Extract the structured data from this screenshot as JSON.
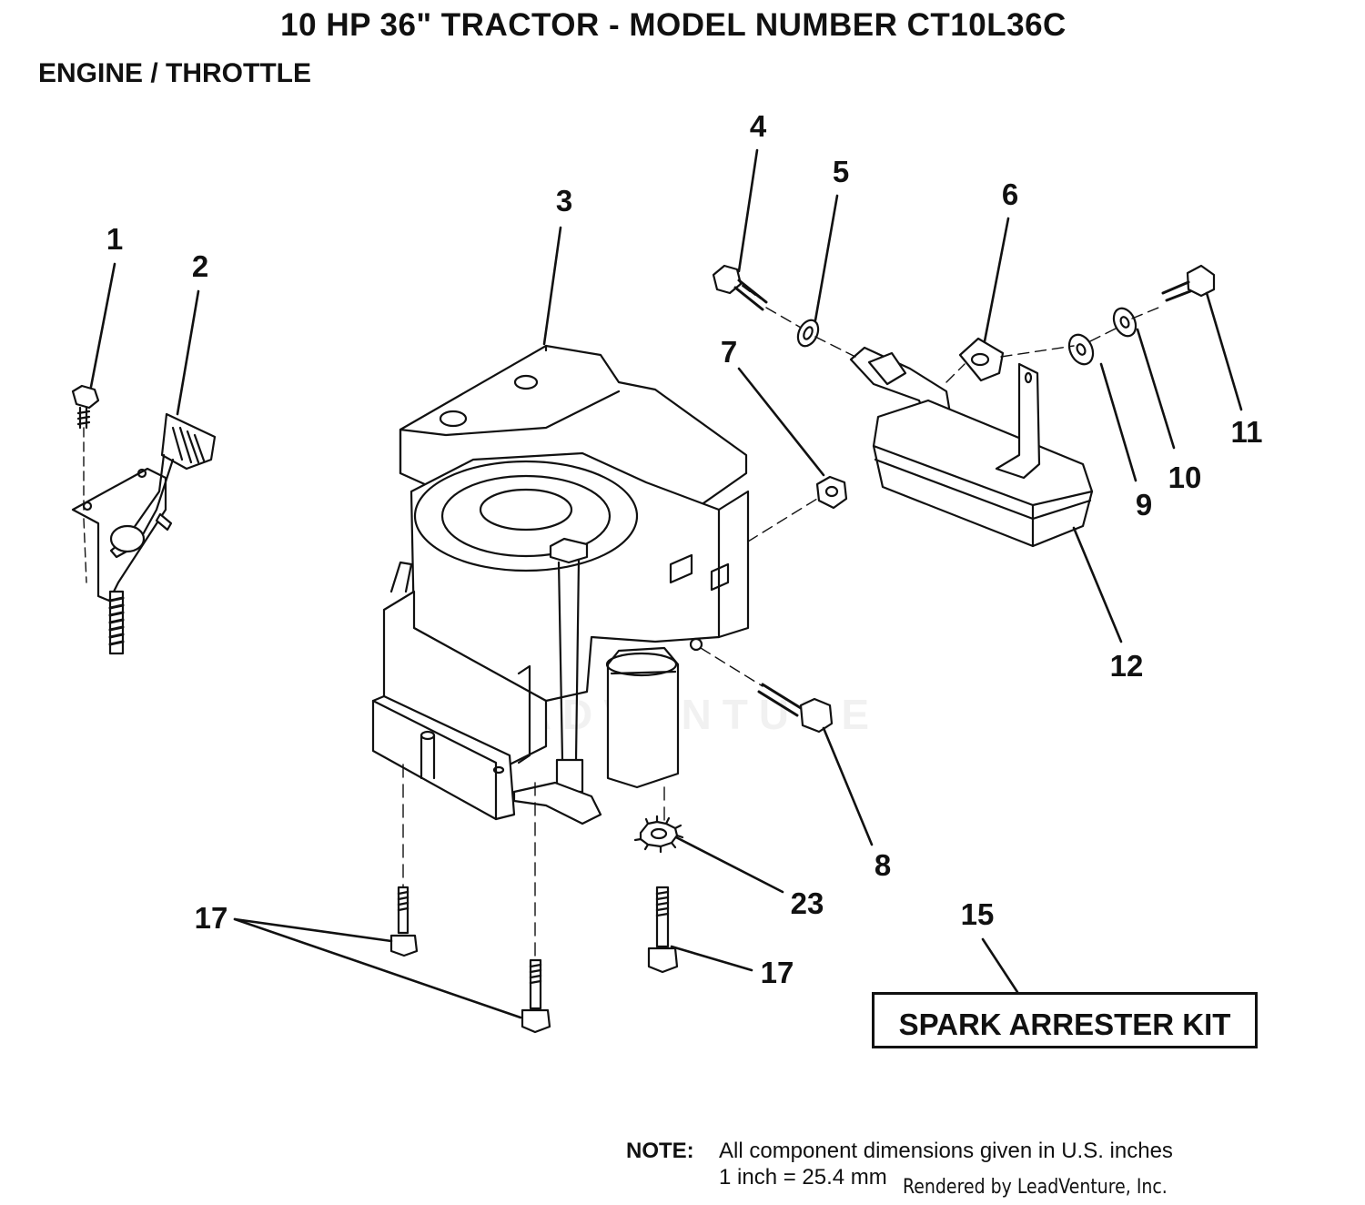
{
  "title": "10 HP 36\" TRACTOR  - MODEL NUMBER CT10L36C",
  "subtitle": "ENGINE / THROTTLE",
  "part_labels": [
    "1",
    "2",
    "3",
    "4",
    "5",
    "6",
    "7",
    "8",
    "9",
    "10",
    "11",
    "12",
    "15",
    "17",
    "17",
    "23"
  ],
  "kit_label": "SPARK ARRESTER KIT",
  "note": {
    "label": "NOTE:",
    "line1": "All component dimensions given in U.S. inches",
    "line2": "1 inch = 25.4 mm"
  },
  "credit": "Rendered by LeadVenture, Inc.",
  "watermark": "LEADVENTURE"
}
